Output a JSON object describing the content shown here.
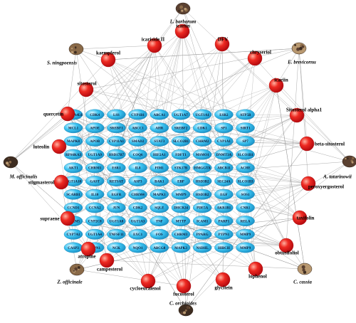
{
  "colors": {
    "compound": "#e4161c",
    "compound_highlight": "#ff8a7a",
    "gene": "#29b6ea",
    "gene_highlight": "#c8f0ff",
    "herb_core": "#7a5a3c",
    "edge": "#8c8c8c"
  },
  "genes": [
    [
      "NDUFA4L6",
      "CDK4",
      "LSS",
      "CYP1B1",
      "ABCA1",
      "UGT1A7",
      "UGT1A1",
      "ESR2",
      "ATP5B"
    ],
    [
      "MCL1",
      "APOE",
      "SREBF1",
      "ABCC1",
      "AHR",
      "SREBF2",
      "CDK1",
      "SP1",
      "SIRT1"
    ],
    [
      "MAPK8",
      "APOB",
      "CYP11A1",
      "SMAD2",
      "STAT3",
      "SLCO2B1",
      "CHRM2",
      "CYP1A1",
      "SP7"
    ],
    [
      "RPS6KA3",
      "UGT1A9",
      "HSD17B7",
      "COQ6",
      "HIF2A1",
      "FDFT1",
      "MSMO1",
      "DNMT3A",
      "SLCO1B1"
    ],
    [
      "AKT1",
      "CHRM1",
      "ESR1",
      "IL8",
      "PIM1",
      "STK17B",
      "HMGGTA",
      "ABCB11",
      "ACHE"
    ],
    [
      "UGT1A10",
      "GAST",
      "RETSAT",
      "ASP3",
      "BAK1",
      "EBP",
      "HSD3B2",
      "SEC24A",
      "SLCO1B3"
    ],
    [
      "SCARB1",
      "IL10",
      "EGFR",
      "CHRM4",
      "MAPK1",
      "MMP9",
      "HSD3B2",
      "EGF",
      "SOS1"
    ],
    [
      "CCND1",
      "CCNA2",
      "JUN",
      "CDK2",
      "SQLE",
      "DHCR24",
      "PDE5A",
      "AKR1B1",
      "CNR1"
    ],
    [
      "CHRM5",
      "CYP2C8",
      "UGT1A8",
      "UGT1A3",
      "TNF",
      "MTTP",
      "ICAM1",
      "PARP1",
      "RELA"
    ],
    [
      "CYP7A1",
      "UGT1A4",
      "TNFSF11",
      "EXC1",
      "FOS",
      "CHRM3",
      "PPARG",
      "PTPN1",
      "MMP9"
    ],
    [
      "CASP3",
      "PTPN1",
      "NCK",
      "NQO1",
      "ABCG8",
      "MAPK3",
      "NSDHL",
      "HIBCH",
      "MMP9"
    ]
  ],
  "compounds": [
    {
      "name": "icariin",
      "id": "icariin"
    },
    {
      "name": "icariside II",
      "id": "icariside-ii"
    },
    {
      "name": "DFV",
      "id": "dfv"
    },
    {
      "name": "kaempferol",
      "id": "kaempferol"
    },
    {
      "name": "chryseriol",
      "id": "chryseriol"
    },
    {
      "name": "sitosterol",
      "id": "sitosterol"
    },
    {
      "name": "icariin",
      "id": "icariin-2"
    },
    {
      "name": "quercetin",
      "id": "quercetin"
    },
    {
      "name": "Sitosterol alpha1",
      "id": "sitosterol-alpha1"
    },
    {
      "name": "luteolin",
      "id": "luteolin"
    },
    {
      "name": "beta-sitosterol",
      "id": "beta-sitosterol"
    },
    {
      "name": "stigmasterol",
      "id": "stigmasterol"
    },
    {
      "name": "peroxyergosterol",
      "id": "peroxyergosterol"
    },
    {
      "name": "supraene",
      "id": "supraene"
    },
    {
      "name": "taxifolin",
      "id": "taxifolin"
    },
    {
      "name": "obtusifoliol",
      "id": "obtusifoliol"
    },
    {
      "name": "atropine",
      "id": "atropine"
    },
    {
      "name": "campesterol",
      "id": "campesterol"
    },
    {
      "name": "lophenol",
      "id": "lophenol"
    },
    {
      "name": "cycloeucalenol",
      "id": "cycloeucalenol"
    },
    {
      "name": "fucosterol",
      "id": "fucosterol"
    },
    {
      "name": "glycitein",
      "id": "glycitein"
    }
  ],
  "herbs": [
    {
      "name": "L. barbarum",
      "id": "l-barbarum"
    },
    {
      "name": "S. ningpoensis",
      "id": "s-ningpoensis"
    },
    {
      "name": "E. brevicornu",
      "id": "e-brevicornu"
    },
    {
      "name": "M. officinalis",
      "id": "m-officinalis"
    },
    {
      "name": "A. tatarinowii",
      "id": "a-tatarinowii"
    },
    {
      "name": "Z. officinale",
      "id": "z-officinale"
    },
    {
      "name": "C. cassia",
      "id": "c-cassia"
    },
    {
      "name": "C. orchioides",
      "id": "c-orchioides"
    }
  ]
}
